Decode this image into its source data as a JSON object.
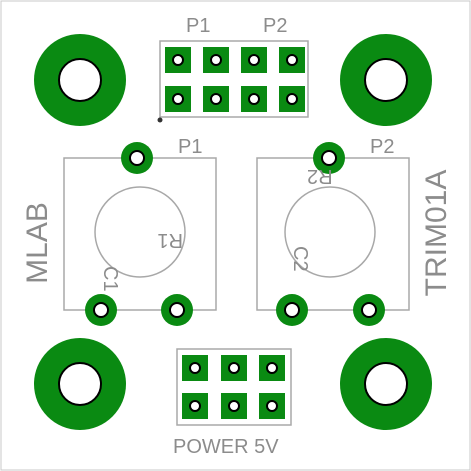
{
  "board": {
    "name": "TRIM01A",
    "brand": "MLAB",
    "colors": {
      "copper": "#0a8a12",
      "silkscreen": "#8c8c8c",
      "background": "#ffffff",
      "outline": "#a8a8a8"
    }
  },
  "labels": {
    "header_p1": "P1",
    "header_p2": "P2",
    "trimmer1_label": "P1",
    "trimmer2_label": "P2",
    "r1": "R1",
    "r2": "R2",
    "c1": "C1",
    "c2": "C2",
    "power": "POWER 5V"
  },
  "icons": {
    "mounting_hole": "mounting-hole-icon",
    "pad": "pad-icon"
  }
}
